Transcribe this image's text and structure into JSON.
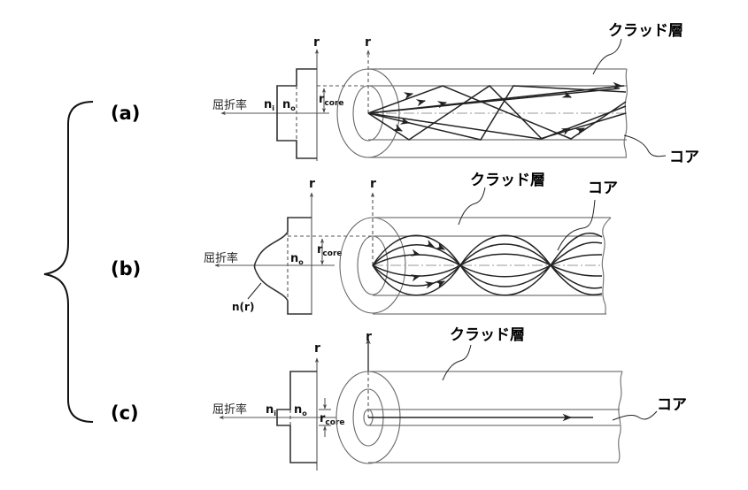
{
  "figure": {
    "bracket_labels": [
      "(a)",
      "(b)",
      "(c)"
    ],
    "panels": [
      {
        "id": "a",
        "label": "(a)",
        "axis_r": "r",
        "cylinder_axis_r": "r",
        "refractive_index_label": "屈折率",
        "n_inner": "n",
        "n_inner_sub": "i",
        "n_outer": "n",
        "n_outer_sub": "o",
        "r_core": "r",
        "r_core_sub": "core",
        "cladding_label": "クラッド層",
        "core_label": "コア",
        "profile": "step-index",
        "propagation": "multimode zigzag rays"
      },
      {
        "id": "b",
        "label": "(b)",
        "axis_r": "r",
        "cylinder_axis_r": "r",
        "refractive_index_label": "屈折率",
        "n_outer": "n",
        "n_outer_sub": "o",
        "n_profile": "n(r)",
        "r_core": "r",
        "r_core_sub": "core",
        "cladding_label": "クラッド層",
        "core_label": "コア",
        "profile": "graded-index",
        "propagation": "sinusoidal rays"
      },
      {
        "id": "c",
        "label": "(c)",
        "axis_r": "r",
        "cylinder_axis_r": "r",
        "refractive_index_label": "屈折率",
        "n_inner": "n",
        "n_inner_sub": "i",
        "n_outer": "n",
        "n_outer_sub": "o",
        "r_core": "r",
        "r_core_sub": "core",
        "cladding_label": "クラッド層",
        "core_label": "コア",
        "profile": "single-mode step-index",
        "propagation": "single straight ray"
      }
    ]
  }
}
